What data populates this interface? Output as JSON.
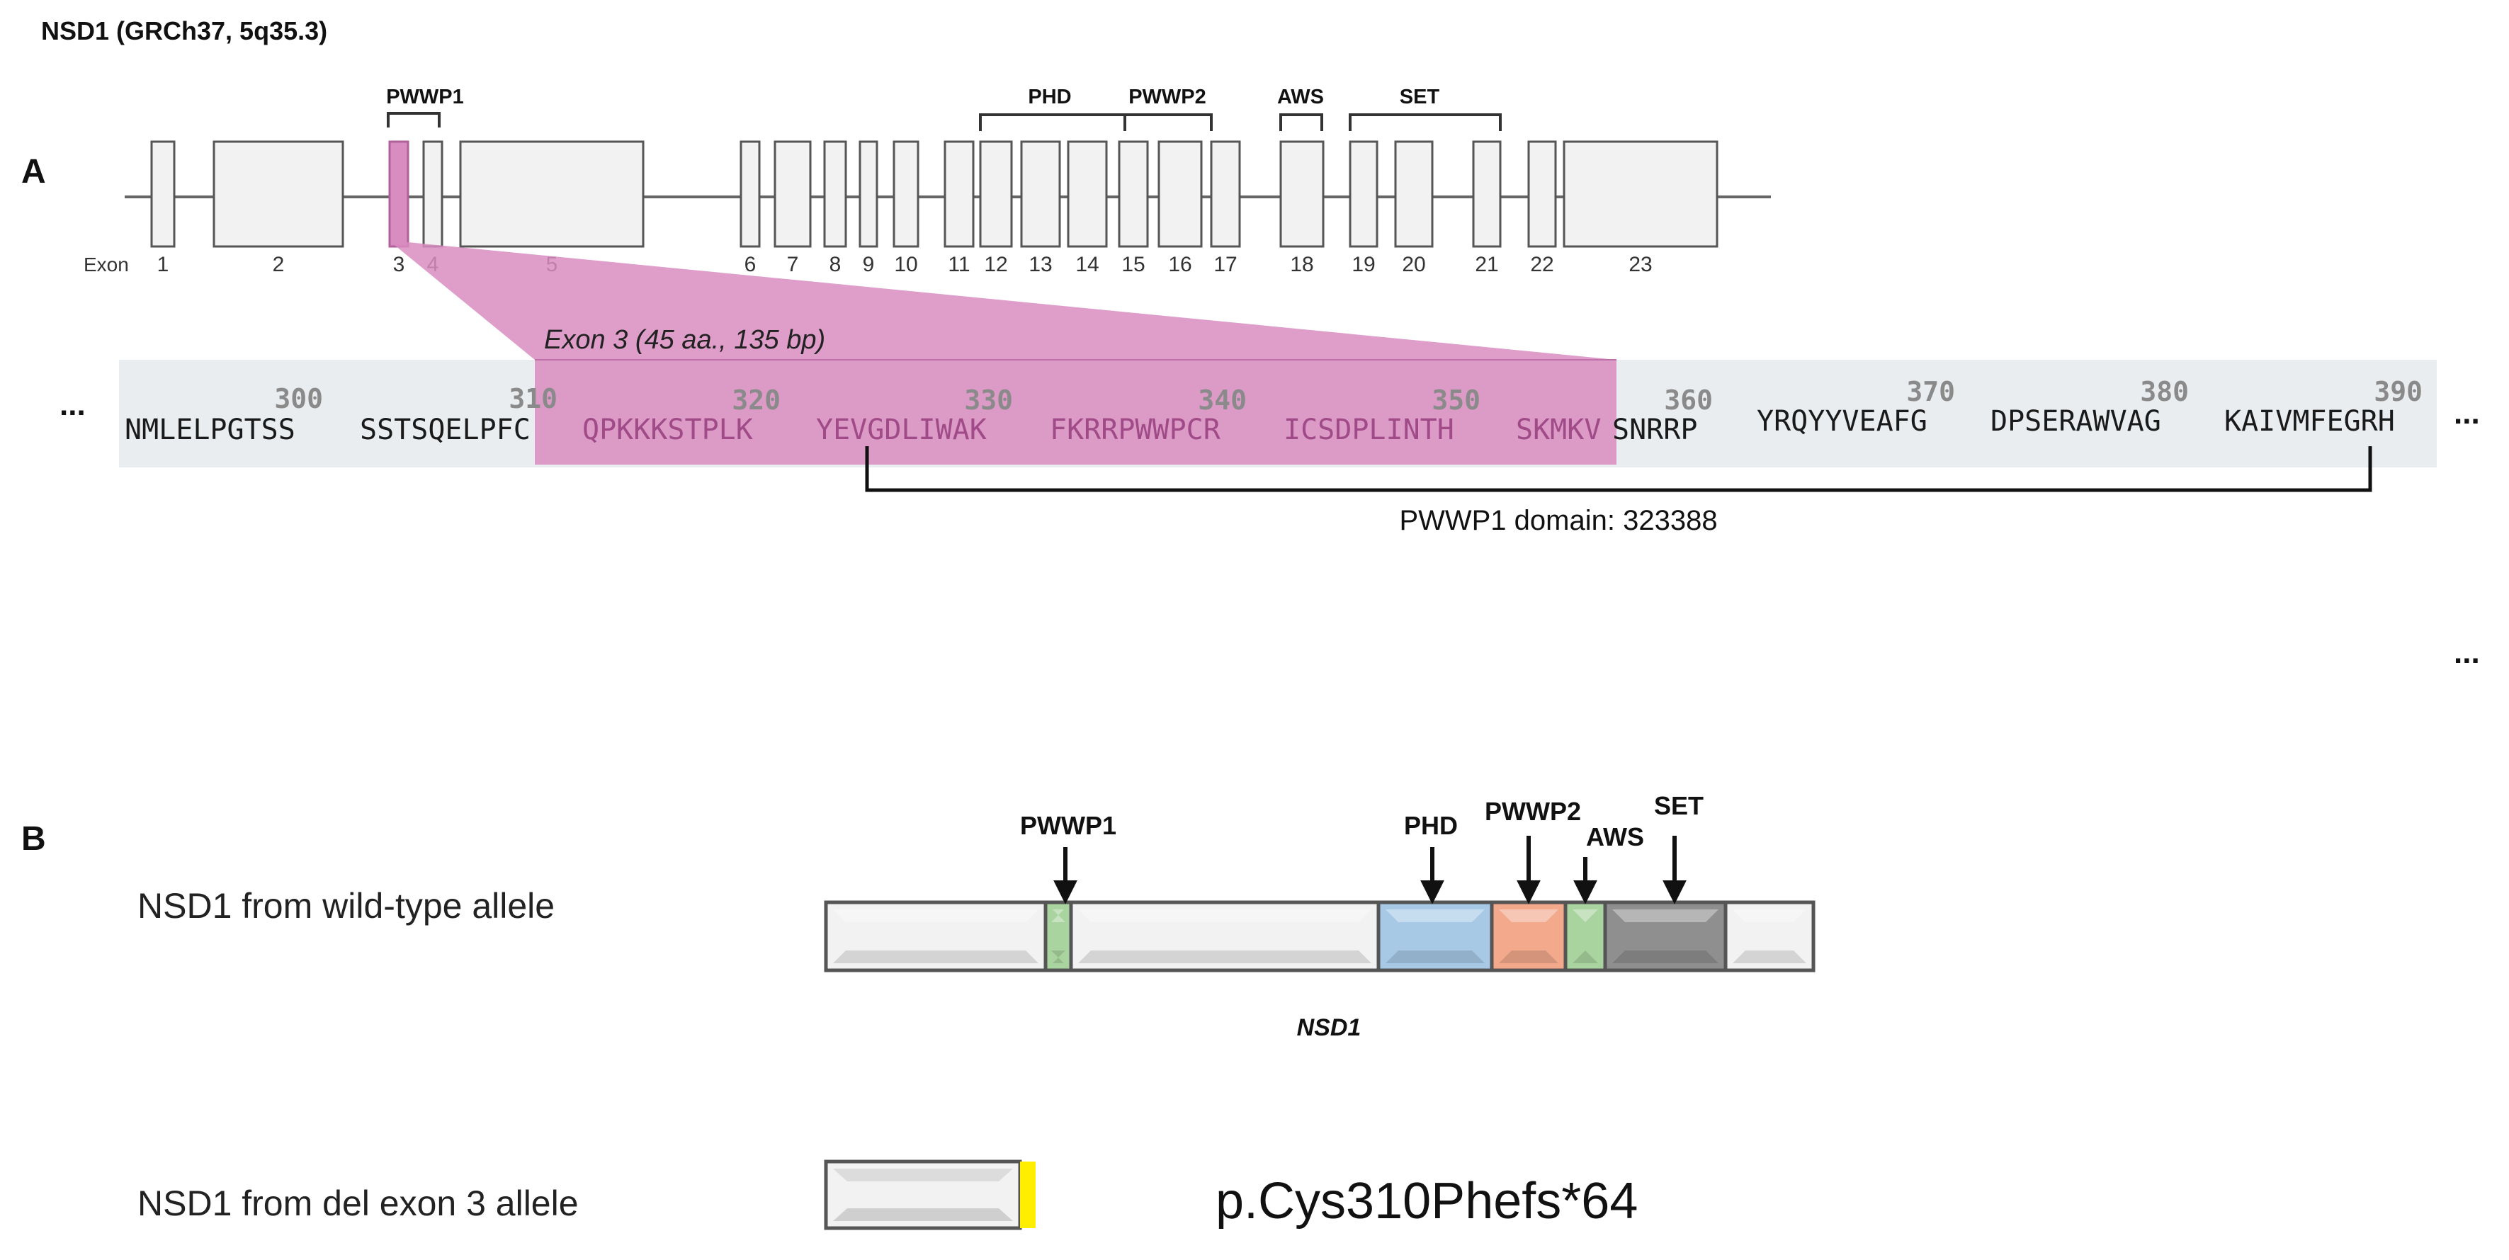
{
  "gene_title": "NSD1 (GRCh37, 5q35.3)",
  "panel_a": {
    "label": "A",
    "exon_prefix": "Exon",
    "exons": [
      "1",
      "2",
      "3",
      "4",
      "5",
      "6",
      "7",
      "8",
      "9",
      "10",
      "11",
      "12",
      "13",
      "14",
      "15",
      "16",
      "17",
      "18",
      "19",
      "20",
      "21",
      "22",
      "23"
    ],
    "highlighted_exon": "3",
    "domain_brackets": [
      "PWWP1",
      "PHD",
      "PWWP2",
      "AWS",
      "SET"
    ],
    "exon3_caption": "Exon 3 (45 aa., 135 bp)",
    "ellipsis": "...",
    "sequence_blocks": [
      "NMLELPGTSS",
      "SSTSQELPFC",
      "QPKKKSTPLK",
      "YEVGDLIWAK",
      "FKRRPWWPCR",
      "ICSDPLINTH",
      "SKMKV",
      "SNRRP",
      "YRQYYVEAFG",
      "DPSERAWVAG",
      "KAIVMFEGRH"
    ],
    "position_numbers": [
      "300",
      "310",
      "320",
      "330",
      "340",
      "350",
      "360",
      "370",
      "380",
      "390"
    ],
    "domain_caption": "PWWP1 domain: 323388"
  },
  "panel_b": {
    "label": "B",
    "wildtype_label": "NSD1 from wild-type allele",
    "protein_label": "NSD1",
    "arrow_labels": [
      "PWWP1",
      "PHD",
      "PWWP2",
      "AWS",
      "SET"
    ],
    "deletion_label": "NSD1 from del exon 3 allele",
    "variant": "p.Cys310Phefs*64"
  },
  "colors": {
    "exon_fill": "#f2f2f2",
    "exon3_highlight": "#d98cc0",
    "sequence_band": "#e9edf0",
    "position_number": "#8a8a8a",
    "pwwp_green": "#a9d4a0",
    "phd_blue": "#a8c9e6",
    "pwwp2_salmon": "#f2a98c",
    "set_gray": "#8f8f8f",
    "frameshift_yellow": "#ffee00"
  }
}
